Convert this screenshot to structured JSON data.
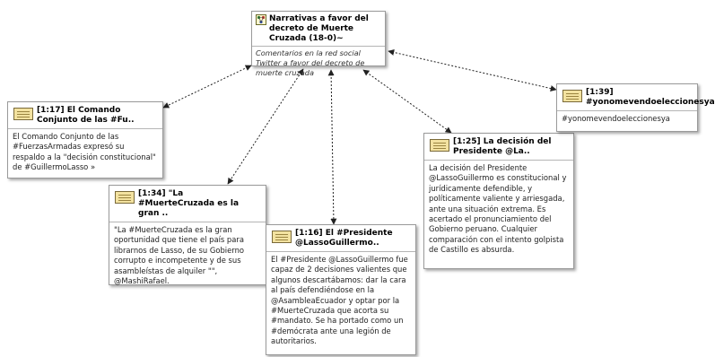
{
  "root": {
    "title": "Narrativas a favor del decreto de Muerte Cruzada (18-0)~",
    "comment": "Comentarios en la red social Twitter a favor del decreto de muerte cruzada",
    "icon": "network-icon"
  },
  "quotes": [
    {
      "id": "q117",
      "title": "[1:17] El Comando Conjunto de las #Fu..",
      "text": "El Comando Conjunto de las #FuerzasArmadas expresó su respaldo a la \"decisión constitucional\" de #GuillermoLasso »",
      "icon": "quotation-doc-icon"
    },
    {
      "id": "q134",
      "title": "[1:34] \"La #MuerteCruzada es la gran ..",
      "text": "\"La #MuerteCruzada es la gran oportunidad que tiene el país para librarnos de Lasso, de su Gobierno corrupto e incompetente y de sus asambleístas de alquiler \"\", @MashiRafael.",
      "icon": "quotation-doc-icon"
    },
    {
      "id": "q116",
      "title": "[1:16] El #Presidente @LassoGuillermo..",
      "text": "El #Presidente @LassoGuillermo fue capaz de 2 decisiones valientes que algunos descartábamos: dar la cara al país defendiéndose en la @AsambleaEcuador y optar por la #MuerteCruzada que acorta su #mandato. Se ha portado como un #demócrata ante una legión de autoritarios.",
      "icon": "quotation-doc-icon"
    },
    {
      "id": "q125",
      "title": "[1:25] La decisión del Presidente @La..",
      "text": "La decisión del Presidente @LassoGuillermo es constitucional y jurídicamente defendible, y políticamente valiente y arriesgada, ante una situación extrema. Es acertado el pronunciamiento del Gobierno peruano. Cualquier comparación con el intento golpista de Castillo es absurda.",
      "icon": "quotation-doc-icon"
    },
    {
      "id": "q139",
      "title": "[1:39] #yonomevendoeleccionesya",
      "text": "#yonomevendoeleccionesya",
      "icon": "quotation-doc-icon"
    }
  ],
  "colors": {
    "edge": "#222222",
    "border": "#9a9a9a",
    "icon_fill": "#f3e2a0"
  }
}
